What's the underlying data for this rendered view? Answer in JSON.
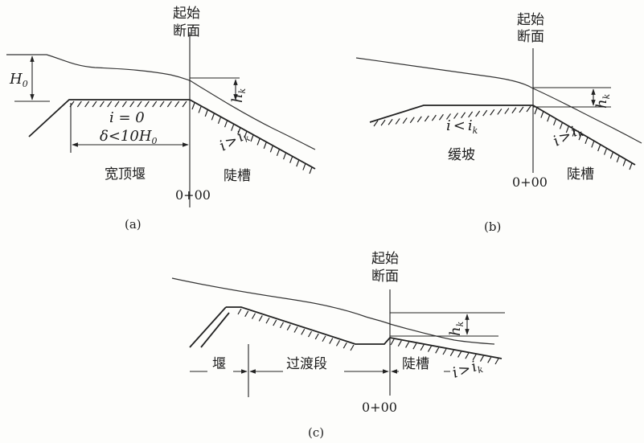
{
  "panel_a": {
    "section_title_1": "起始",
    "section_title_2": "断面",
    "head_symbol": "H",
    "head_sub": "0",
    "crit_symbol": "h",
    "crit_sub": "k",
    "slope_zero": "i = 0",
    "length_rule_a": "δ<10",
    "length_rule_b": "H",
    "length_rule_sub": "0",
    "steep_slope_a": "i",
    "steep_slope_b": ">",
    "steep_slope_c": "i",
    "steep_slope_sub": "k",
    "weir_label": "宽顶堰",
    "chute_label": "陡槽",
    "station": "0+00",
    "caption": "(a)"
  },
  "panel_b": {
    "section_title_1": "起始",
    "section_title_2": "断面",
    "crit_symbol": "h",
    "crit_sub": "k",
    "mild_slope_a": "i",
    "mild_slope_b": "<",
    "mild_slope_c": "i",
    "mild_slope_sub": "k",
    "mild_label": "缓坡",
    "steep_slope_a": "i",
    "steep_slope_b": ">",
    "steep_slope_c": "i",
    "steep_slope_sub": "k",
    "chute_label": "陡槽",
    "station": "0+00",
    "caption": "(b)"
  },
  "panel_c": {
    "section_title_1": "起始",
    "section_title_2": "断面",
    "crit_symbol": "h",
    "crit_sub": "k",
    "weir_label": "堰",
    "transition_label": "过渡段",
    "chute_label": "陡槽",
    "steep_slope_a": "i",
    "steep_slope_b": ">",
    "steep_slope_c": "i",
    "steep_slope_sub": "k",
    "station": "0+00",
    "caption": "(c)"
  },
  "colors": {
    "ink": "#222222",
    "paper": "#fdfdfb"
  }
}
